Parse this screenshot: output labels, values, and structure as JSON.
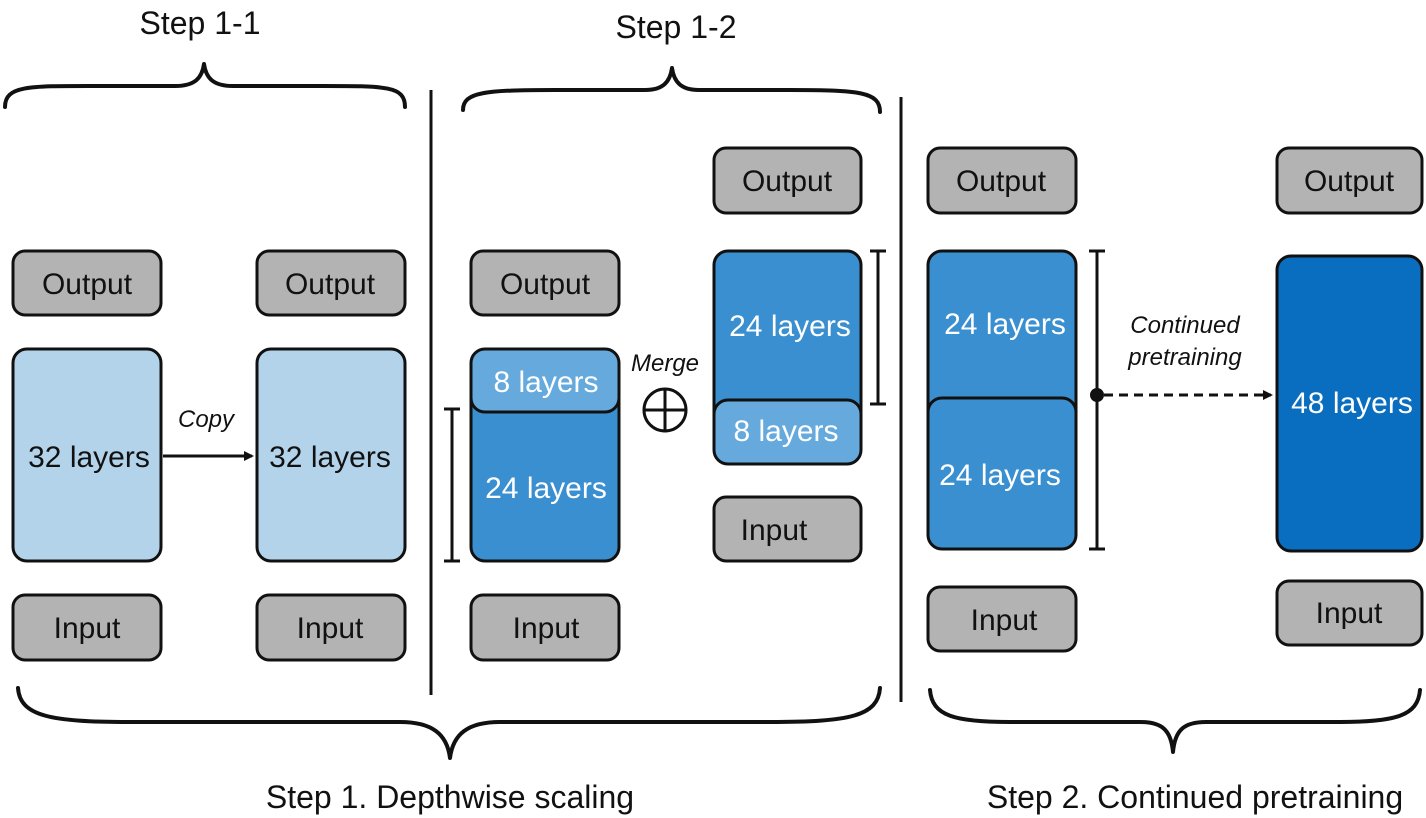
{
  "colors": {
    "io_fill": "#b3b3b3",
    "light_blue": "#b3d3ea",
    "mid_blue": "#3a8fd0",
    "lighter_blue": "#66aadd",
    "dark_blue": "#0a6ec0",
    "stroke": "#111111"
  },
  "step1_1": {
    "title": "Step 1-1",
    "left_model": {
      "output": "Output",
      "layers": "32 layers",
      "input": "Input"
    },
    "copy_label": "Copy",
    "right_model": {
      "output": "Output",
      "layers": "32 layers",
      "input": "Input"
    }
  },
  "step1_2": {
    "title": "Step 1-2",
    "left_model": {
      "output": "Output",
      "top_block": "8 layers",
      "bottom_block": "24 layers",
      "input": "Input"
    },
    "merge_label": "Merge",
    "merge_symbol": "⊕",
    "right_model": {
      "output": "Output",
      "top_block": "24 layers",
      "bottom_block": "8 layers",
      "input": "Input"
    }
  },
  "step2": {
    "left_model": {
      "output": "Output",
      "top_block": "24 layers",
      "bottom_block": "24 layers",
      "input": "Input"
    },
    "arrow_label_line1": "Continued",
    "arrow_label_line2": "pretraining",
    "right_model": {
      "output": "Output",
      "layers": "48 layers",
      "input": "Input"
    }
  },
  "bottom_labels": {
    "step1": "Step 1. Depthwise scaling",
    "step2": "Step 2. Continued pretraining"
  }
}
